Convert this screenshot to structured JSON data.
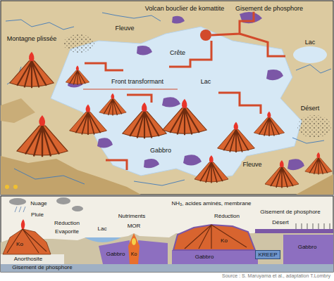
{
  "diagram": {
    "nodes": [
      {
        "text": [
          "KREEP"
        ]
      }
    ],
    "labels": [
      "Volcan bouclier de komattite",
      "Gisement de phosphore",
      "Montagne plissée",
      "Fleuve",
      "Lac",
      "Crête",
      "Front transformant",
      "Lac",
      "Désert",
      "Gabbro",
      "Fleuve",
      "Nuage",
      "Nutriments",
      "NH₃, acides aminés, membrane",
      "Gisement de phosphore",
      "Pluie",
      "Réduction",
      "Réduction",
      "Evaporite",
      "Lac",
      "MOR",
      "Désert",
      "Ko",
      "Ko",
      "Ko",
      "Anorthosite",
      "Gabbro",
      "Gabbro",
      "Gabbro",
      "Gisement de phosphore",
      "Source : S. Maruyama et al., adaptation T.Lombry"
    ]
  }
}
